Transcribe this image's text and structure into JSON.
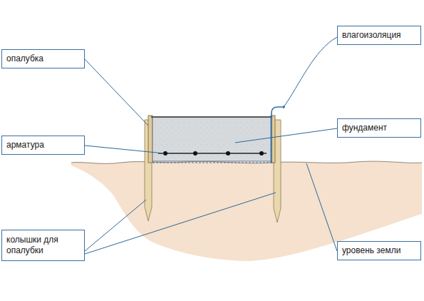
{
  "diagram": {
    "nodes": [
      {
        "text": [
          "опалубка"
        ]
      },
      {
        "text": [
          "влагоизоляция"
        ]
      },
      {
        "text": [
          "арматура"
        ]
      },
      {
        "text": [
          "фундамент"
        ]
      },
      {
        "text": [
          "колышки для опалубки"
        ]
      },
      {
        "text": [
          "уровень земли"
        ]
      }
    ]
  }
}
